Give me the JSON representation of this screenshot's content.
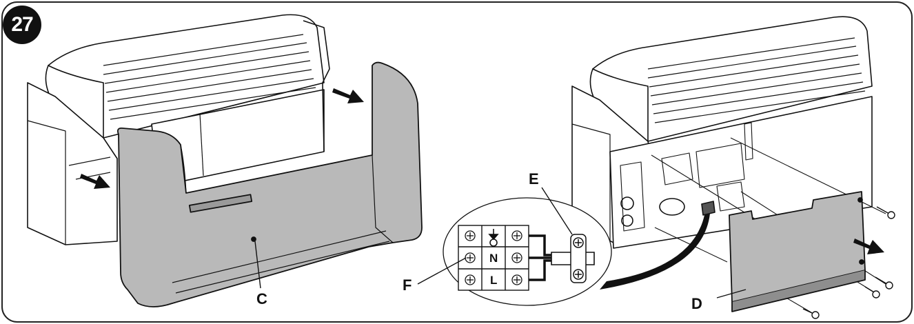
{
  "figure": {
    "number": "27"
  },
  "labels": {
    "c": "C",
    "d": "D",
    "e": "E",
    "f": "F"
  },
  "terminals": {
    "n": "N",
    "l": "L"
  },
  "colors": {
    "line": "#111111",
    "panel_fill": "#b9b9b9",
    "frame": "#222222",
    "arrow": "#111111"
  },
  "icons": [
    "screw-icon",
    "arrow-icon",
    "terminal-screw-icon"
  ]
}
